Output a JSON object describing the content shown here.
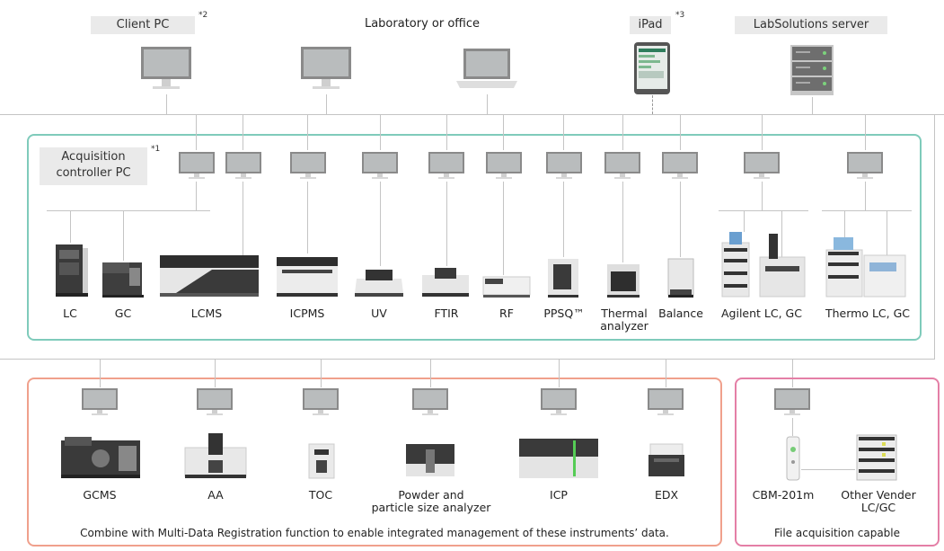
{
  "top": {
    "client_pc": "Client PC",
    "client_pc_note": "*2",
    "lab_office": "Laboratory or office",
    "ipad": "iPad",
    "ipad_note": "*3",
    "server": "LabSolutions server"
  },
  "acquisition": {
    "label_line1": "Acquisition",
    "label_line2": "controller PC",
    "note": "*1",
    "border_color": "#7fcbbb",
    "instruments": [
      {
        "label": "LC"
      },
      {
        "label": "GC"
      },
      {
        "label": "LCMS"
      },
      {
        "label": "ICPMS"
      },
      {
        "label": "UV"
      },
      {
        "label": "FTIR"
      },
      {
        "label": "RF"
      },
      {
        "label": "PPSQ™"
      },
      {
        "label": "Thermal",
        "label2": "analyzer"
      },
      {
        "label": "Balance"
      },
      {
        "label": "Agilent LC, GC"
      },
      {
        "label": "Thermo LC, GC"
      }
    ]
  },
  "multi": {
    "border_color": "#f0a08c",
    "instruments": [
      {
        "label": "GCMS"
      },
      {
        "label": "AA"
      },
      {
        "label": "TOC"
      },
      {
        "label": "Powder and",
        "label2": "particle size analyzer"
      },
      {
        "label": "ICP"
      },
      {
        "label": "EDX"
      }
    ],
    "caption": "Combine with Multi-Data Registration function to enable integrated management of these instruments’ data."
  },
  "file": {
    "border_color": "#e47fa6",
    "instruments": [
      {
        "label": "CBM-201m"
      },
      {
        "label": "Other Vender",
        "label2": "LC/GC"
      }
    ],
    "caption": "File acquisition capable"
  }
}
